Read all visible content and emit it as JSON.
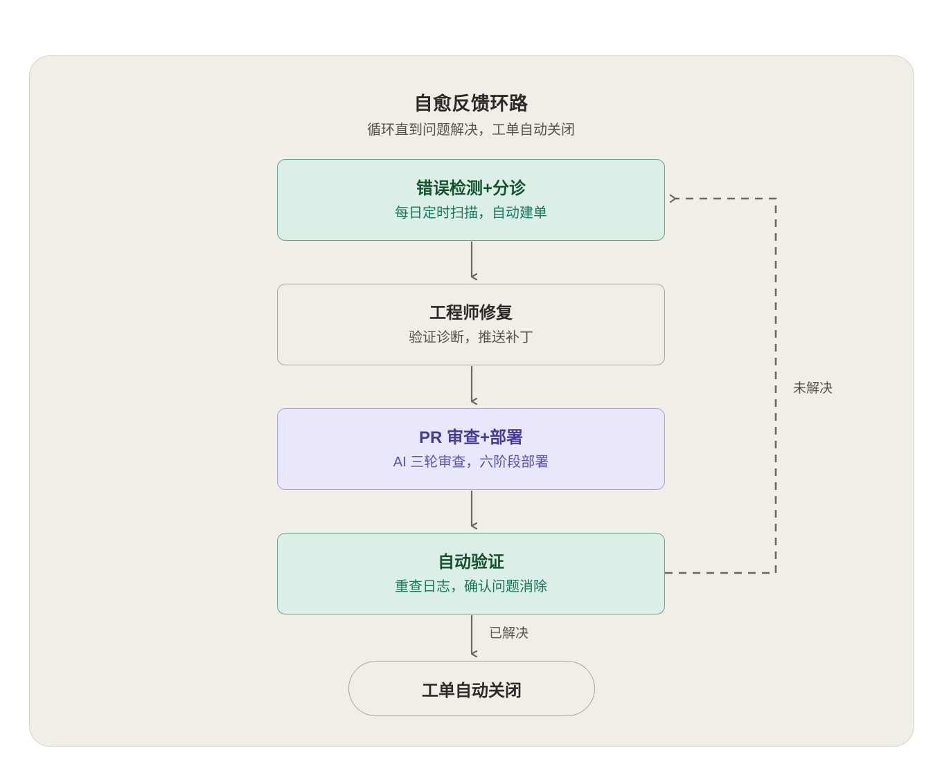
{
  "diagram": {
    "title": "自愈反馈环路",
    "subtitle": "循环直到问题解决，工单自动关闭",
    "colors": {
      "page_background": "#ffffff",
      "panel_background": "#f1eee7",
      "panel_border": "#d9d5cc",
      "green_fill": "#dcefe7",
      "green_border": "#64a58f",
      "green_title_text": "#14532d",
      "green_sub_text": "#157a5c",
      "purple_fill": "#e9e7fb",
      "purple_border": "#a9a2e6",
      "purple_title_text": "#453a94",
      "purple_sub_text": "#5a4fc2",
      "neutral_border": "#a9a59d",
      "neutral_title_text": "#2b2a26",
      "neutral_sub_text": "#55534d",
      "connector": "#6b6861"
    },
    "nodes": [
      {
        "id": "detect",
        "title": "错误检测+分诊",
        "subtitle": "每日定时扫描，自动建单",
        "style": "green",
        "shape": "rounded-rect"
      },
      {
        "id": "fix",
        "title": "工程师修复",
        "subtitle": "验证诊断，推送补丁",
        "style": "neutral",
        "shape": "rounded-rect"
      },
      {
        "id": "review",
        "title": "PR 审查+部署",
        "subtitle": "AI 三轮审查，六阶段部署",
        "style": "purple",
        "shape": "rounded-rect"
      },
      {
        "id": "verify",
        "title": "自动验证",
        "subtitle": "重查日志，确认问题消除",
        "style": "green",
        "shape": "rounded-rect"
      }
    ],
    "terminal": {
      "id": "ticket-closed",
      "label": "工单自动关闭",
      "shape": "pill"
    },
    "edges": [
      {
        "id": "detect-to-fix",
        "from": "detect",
        "to": "fix",
        "label": "",
        "style": "solid"
      },
      {
        "id": "fix-to-review",
        "from": "fix",
        "to": "review",
        "label": "",
        "style": "solid"
      },
      {
        "id": "review-to-verify",
        "from": "review",
        "to": "verify",
        "label": "",
        "style": "solid"
      },
      {
        "id": "verify-to-closed",
        "from": "verify",
        "to": "ticket-closed",
        "label": "已解决",
        "style": "solid"
      },
      {
        "id": "verify-to-detect",
        "from": "verify",
        "to": "detect",
        "label": "未解决",
        "style": "dashed"
      }
    ]
  }
}
